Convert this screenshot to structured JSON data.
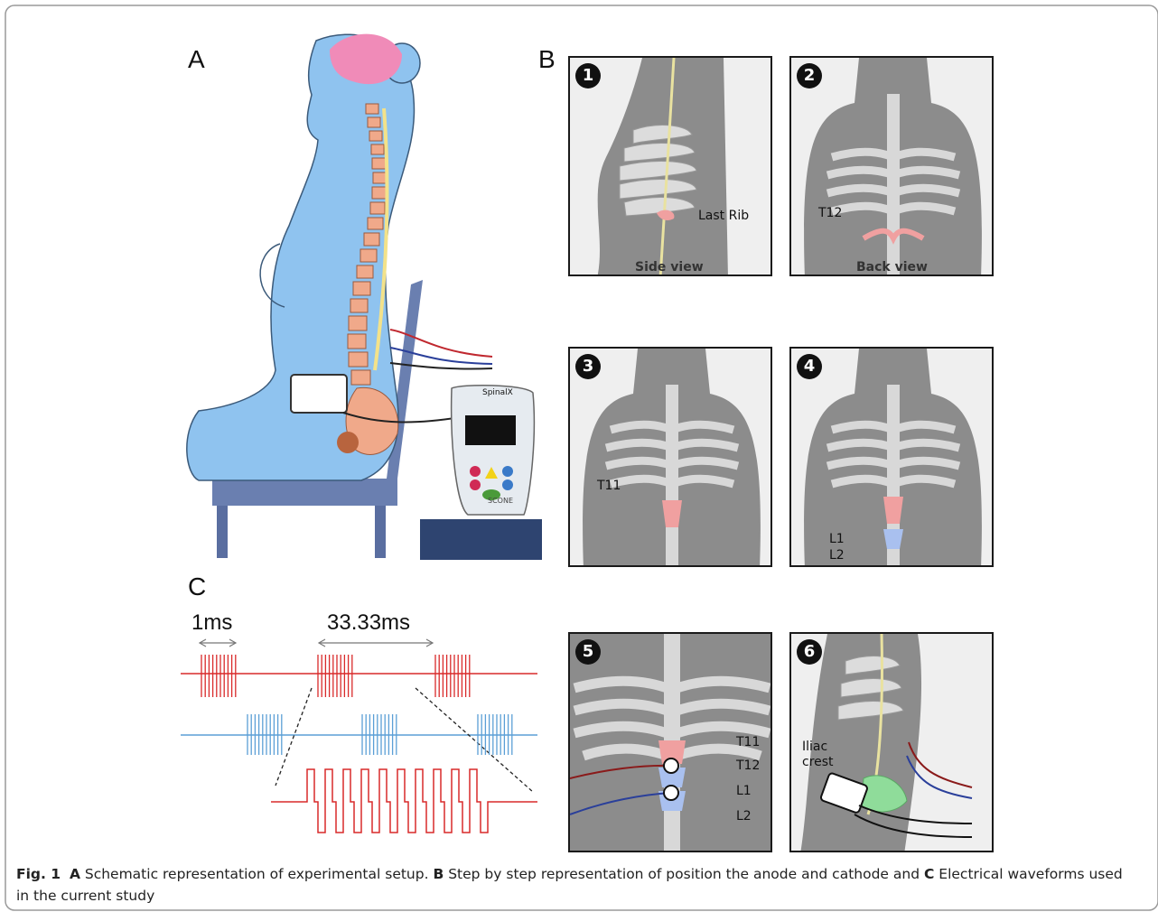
{
  "figure": {
    "panel_labels": {
      "a": "A",
      "b": "B",
      "c": "C"
    },
    "panels_b": [
      {
        "badge": "1",
        "labels": [
          "Last Rib"
        ],
        "view": "Side view"
      },
      {
        "badge": "2",
        "labels": [
          "T12"
        ],
        "view": "Back view"
      },
      {
        "badge": "3",
        "labels": [
          "T11"
        ],
        "view": ""
      },
      {
        "badge": "4",
        "labels": [
          "L1",
          "L2"
        ],
        "view": ""
      },
      {
        "badge": "5",
        "labels": [
          "T11",
          "T12",
          "L1",
          "L2"
        ],
        "view": ""
      },
      {
        "badge": "6",
        "labels": [
          "Iliac",
          "crest"
        ],
        "view": ""
      }
    ],
    "waveform": {
      "pulse_width": "1ms",
      "period": "33.33ms"
    },
    "device": {
      "brand": "SCONE",
      "logo_text": "SpinalX"
    },
    "colors": {
      "body": "#8fc3ef",
      "spine": "#f0a98a",
      "brain": "#f08bb8",
      "anode": "#d92a2a",
      "cathode": "#5b9fd6",
      "chair": "#6a7fb0"
    }
  },
  "caption": {
    "fig": "Fig. 1",
    "a_label": "A",
    "a_text": " Schematic representation of experimental setup. ",
    "b_label": "B",
    "b_text": " Step by step representation of position the anode and cathode and ",
    "c_label": "C",
    "c_text": " Electrical waveforms used in the current study"
  }
}
